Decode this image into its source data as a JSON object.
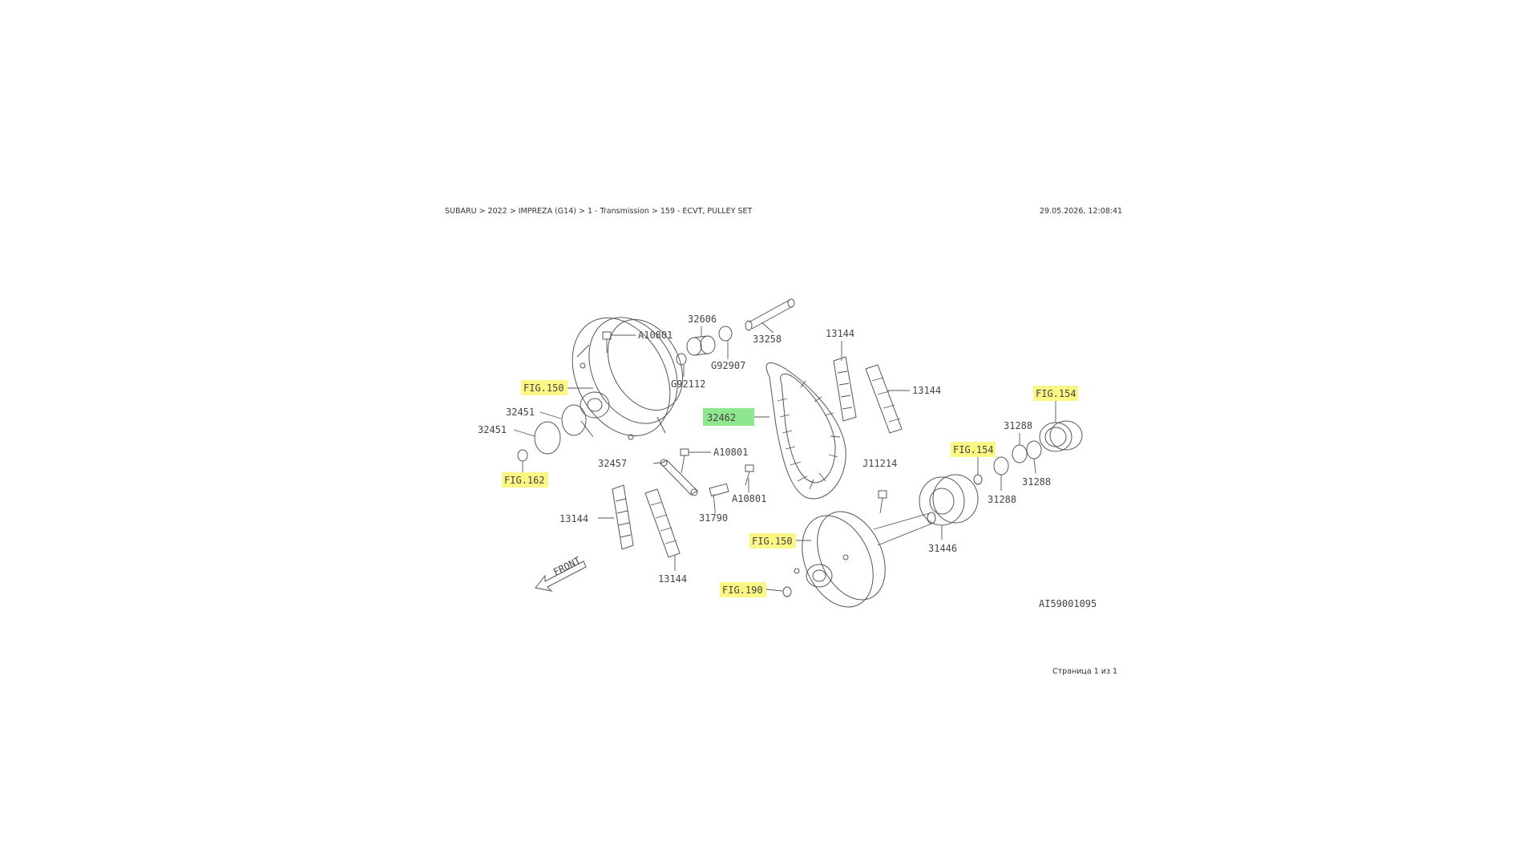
{
  "header": {
    "breadcrumb": "SUBARU > 2022 > IMPREZA (G14) > 1 - Transmission > 159 - ECVT, PULLEY SET",
    "timestamp": "29.05.2026, 12:08:41"
  },
  "footer": {
    "pagination": "Страница 1 из 1"
  },
  "diagram": {
    "code": "AI59001095",
    "front_label": "FRONT",
    "colors": {
      "highlight_ref": "#fbf784",
      "highlight_selected": "#8ee68e"
    },
    "labels": {
      "a10801_top": "A10801",
      "p32606": "32606",
      "p33258": "33258",
      "g92907": "G92907",
      "g92112": "G92112",
      "fig150_left": "FIG.150",
      "p32451_a": "32451",
      "p32451_b": "32451",
      "fig162": "FIG.162",
      "p32462": "32462",
      "p13144_top": "13144",
      "p13144_right": "13144",
      "fig154_right": "FIG.154",
      "p31288_top": "31288",
      "fig154_mid": "FIG.154",
      "p31288_right": "31288",
      "p31288_bottom": "31288",
      "j11214": "J11214",
      "p32457": "32457",
      "a10801_mid": "A10801",
      "a10801_low": "A10801",
      "p31790": "31790",
      "p13144_left": "13144",
      "p13144_bottom": "13144",
      "fig150_bottom": "FIG.150",
      "p31446": "31446",
      "fig190": "FIG.190"
    }
  }
}
